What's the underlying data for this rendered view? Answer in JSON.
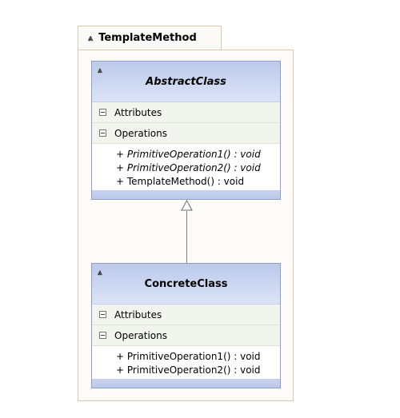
{
  "package": {
    "name": "TemplateMethod"
  },
  "classes": [
    {
      "name": "AbstractClass",
      "attributes_label": "Attributes",
      "operations_label": "Operations",
      "operations": [
        "+ PrimitiveOperation1() : void",
        "+ PrimitiveOperation2() : void",
        "+ TemplateMethod() : void"
      ]
    },
    {
      "name": "ConcreteClass",
      "attributes_label": "Attributes",
      "operations_label": "Operations",
      "operations": [
        "+ PrimitiveOperation1() : void",
        "+ PrimitiveOperation2() : void"
      ]
    }
  ],
  "relationship": {
    "type": "generalization",
    "from": "ConcreteClass",
    "to": "AbstractClass"
  }
}
